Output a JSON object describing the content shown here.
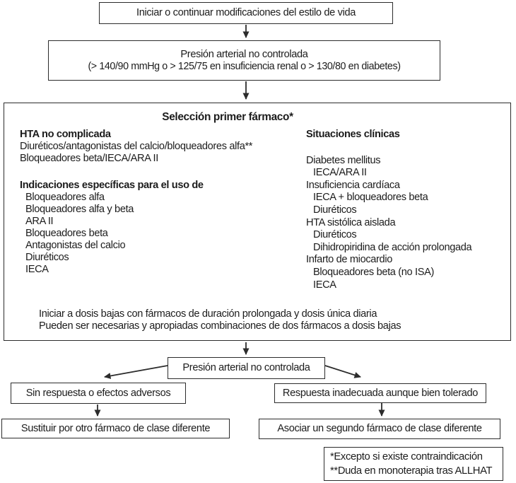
{
  "diagram": {
    "lifestyle_box": {
      "label": "Iniciar o continuar modificaciones del estilo de vida"
    },
    "bp_box": {
      "line1": "Presión arterial no controlada",
      "line2": "(> 140/90 mmHg o > 125/75 en insuficiencia renal o > 130/80 en diabetes)"
    },
    "selection_box": {
      "title": "Selección primer fármaco*",
      "left": {
        "heading1": "HTA no complicada",
        "lines": [
          "Diuréticos/antagonistas del calcio/bloqueadores alfa**",
          "Bloqueadores beta/IECA/ARA II"
        ],
        "heading2": "Indicaciones específicas para el uso de",
        "items": [
          "Bloqueadores alfa",
          "Bloqueadores alfa y beta",
          "ARA II",
          "Bloqueadores beta",
          "Antagonistas del calcio",
          "Diuréticos",
          "IECA"
        ]
      },
      "right": {
        "heading": "Situaciones clínicas",
        "items": [
          "Diabetes mellitus",
          "IECA/ARA II",
          "Insuficiencia cardíaca",
          "IECA + bloqueadores beta",
          "Diuréticos",
          "HTA sistólica aislada",
          "Diuréticos",
          "Dihidropiridina de acción prolongada",
          "Infarto de miocardio",
          "Bloqueadores beta (no ISA)",
          "IECA"
        ]
      },
      "footer": [
        "Iniciar a dosis bajas con fármacos de duración prolongada y dosis única diaria",
        "Pueden ser necesarias y apropiadas combinaciones de dos fármacos a dosis bajas"
      ]
    },
    "bp2_box": {
      "label": "Presión arterial no controlada"
    },
    "branch_left": {
      "condition": "Sin respuesta o efectos adversos",
      "action": "Sustituir por otro fármaco de clase diferente"
    },
    "branch_right": {
      "condition": "Respuesta inadecuada aunque bien tolerado",
      "action": "Asociar un segundo fármaco de clase diferente"
    },
    "footnote_box": {
      "lines": [
        "*Excepto si existe contraindicación",
        "**Duda en monoterapia tras ALLHAT"
      ]
    },
    "colors": {
      "line": "#2c2c2c",
      "text": "#1c1c1c",
      "background": "#ffffff"
    }
  }
}
